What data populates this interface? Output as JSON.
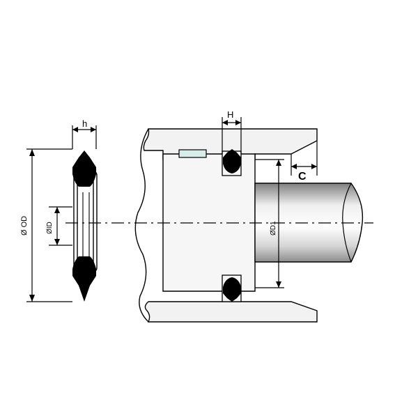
{
  "labels": {
    "h": "h",
    "H": "H",
    "C": "C",
    "od": "Ø OD",
    "id": "ØID",
    "d1": "ØD1"
  },
  "colors": {
    "line": "#000000",
    "housing_fill": "#f2f2f2",
    "piston_fill": "#f4f4f4",
    "seal_fill": "#000000",
    "guide_fill": "#d8ecea",
    "rod_light": "#f7f7f7",
    "rod_mid": "#d9d9d9",
    "rod_dark": "#8c8c8c"
  }
}
